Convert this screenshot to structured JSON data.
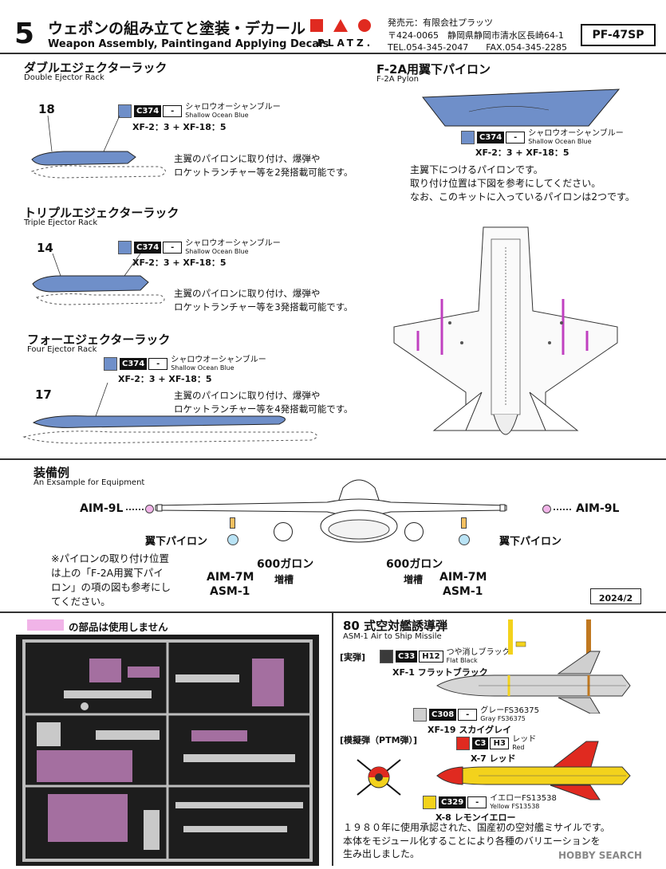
{
  "header": {
    "step": "5",
    "title_ja": "ウェポンの組み立てと塗装・デカール",
    "title_en": "Weapon Assembly, Paintingand Applying Decals",
    "logo_text": "PLATZ.",
    "publisher": "発売元：有限会社プラッツ",
    "address": "〒424-0065　静岡県静岡市清水区長崎64-1",
    "contact": "TEL.054-345-2047　　FAX.054-345-2285",
    "product_code": "PF-47SP"
  },
  "colors": {
    "shallow_blue": "#6f8fc9",
    "pink": "#f1b4e8",
    "gray": "#cfcfcf",
    "red": "#e02a20",
    "yellow": "#f3d21c",
    "black": "#3a3a3a"
  },
  "racks": [
    {
      "title_ja": "ダブルエジェクターラック",
      "title_en": "Double Ejector Rack",
      "part": "18",
      "color_code": "C374",
      "h_code": "-",
      "color_ja": "シャロウオーシャンブルー",
      "color_en": "Shallow Ocean Blue",
      "mix": "XF-2：3 + XF-18：5",
      "note": [
        "主翼のパイロンに取り付け、爆弾や",
        "ロケットランチャー等を2発搭載可能です。"
      ]
    },
    {
      "title_ja": "トリプルエジェクターラック",
      "title_en": "Triple Ejector Rack",
      "part": "14",
      "color_code": "C374",
      "h_code": "-",
      "color_ja": "シャロウオーシャンブルー",
      "color_en": "Shallow Ocean Blue",
      "mix": "XF-2：3 + XF-18：5",
      "note": [
        "主翼のパイロンに取り付け、爆弾や",
        "ロケットランチャー等を3発搭載可能です。"
      ]
    },
    {
      "title_ja": "フォーエジェクターラック",
      "title_en": "Four Ejector Rack",
      "part": "17",
      "color_code": "C374",
      "h_code": "-",
      "color_ja": "シャロウオーシャンブルー",
      "color_en": "Shallow Ocean Blue",
      "mix": "XF-2：3 + XF-18：5",
      "note": [
        "主翼のパイロンに取り付け、爆弾や",
        "ロケットランチャー等を4発搭載可能です。"
      ]
    }
  ],
  "pylon": {
    "title_ja": "F-2A用翼下パイロン",
    "title_en": "F-2A Pylon",
    "color_code": "C374",
    "h_code": "-",
    "color_ja": "シャロウオーシャンブルー",
    "color_en": "Shallow Ocean Blue",
    "mix": "XF-2：3 + XF-18：5",
    "note": [
      "主翼下につけるパイロンです。",
      "取り付け位置は下図を参考にしてください。",
      "なお、このキットに入っているパイロンは2つです。"
    ]
  },
  "equipment": {
    "title_ja": "装備例",
    "title_en": "An Exsample for Equipment",
    "aim9l": "AIM-9L",
    "wing_pylon": "翼下パイロン",
    "tank": "600ガロン",
    "tank_sub": "増槽",
    "aim7m": "AIM-7M",
    "asm1": "ASM-1",
    "note": [
      "※パイロンの取り付け位置",
      "は上の「F-2A用翼下パイ",
      "ロン」の項の図も参考にし",
      "てください。"
    ],
    "date": "2024/2"
  },
  "sprue": {
    "legend": "の部品は使用しません"
  },
  "missile": {
    "title_ja": "80 式空対艦誘導弾",
    "title_en": "ASM-1 Air to Ship Missile",
    "live_label": "[実弾]",
    "c33": {
      "code": "C33",
      "h": "H12",
      "ja": "つや消しブラック",
      "en": "Flat Black",
      "mix": "XF-1 フラットブラック"
    },
    "c308": {
      "code": "C308",
      "h": "-",
      "ja": "グレーFS36375",
      "en": "Gray FS36375",
      "mix": "XF-19 スカイグレイ"
    },
    "ptm_label": "[模擬弾（PTM弾）]",
    "c3": {
      "code": "C3",
      "h": "H3",
      "ja": "レッド",
      "en": "Red",
      "mix": "X-7 レッド"
    },
    "c329": {
      "code": "C329",
      "h": "-",
      "ja": "イエローFS13538",
      "en": "Yellow FS13538",
      "mix": "X-8 レモンイエロー"
    },
    "desc": [
      "１９８０年に使用承認された、国産初の空対艦ミサイルです。",
      "本体をモジュール化することにより各種のバリエーションを",
      "生み出しました。"
    ]
  },
  "watermark": "HOBBY SEARCH"
}
